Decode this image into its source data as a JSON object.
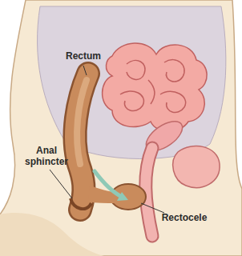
{
  "diagram": {
    "labels": [
      "Rectum",
      "Anal sphincter",
      "Rectocele"
    ]
  }
}
